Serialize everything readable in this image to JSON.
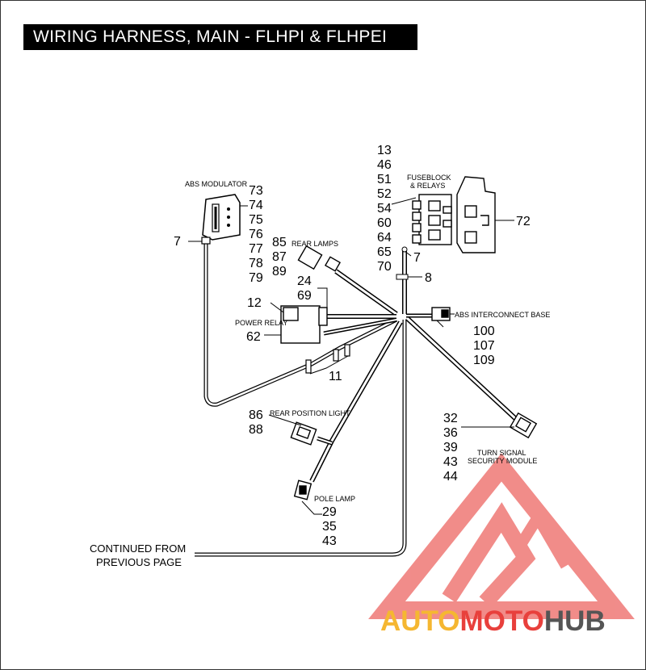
{
  "title": "WIRING HARNESS, MAIN - FLHPI & FLHPEI",
  "labels": {
    "abs_modulator": "ABS MODULATOR",
    "fuseblock_line1": "FUSEBLOCK",
    "fuseblock_line2": "& RELAYS",
    "rear_lamps": "REAR LAMPS",
    "power_relay": "POWER RELAY",
    "abs_interconnect": "ABS INTERCONNECT BASE",
    "rear_position_light": "REAR POSITION LIGHT",
    "turn_signal_line1": "TURN SIGNAL",
    "turn_signal_line2": "SECURITY MODULE",
    "pole_lamp": "POLE LAMP",
    "continued_line1": "CONTINUED FROM",
    "continued_line2": "PREVIOUS PAGE"
  },
  "part_numbers": {
    "abs_modulator": [
      "73",
      "74",
      "75",
      "76",
      "77",
      "78",
      "79"
    ],
    "abs_modulator_left": "7",
    "fuseblock": [
      "13",
      "46",
      "51",
      "52",
      "54",
      "60",
      "64",
      "65",
      "70"
    ],
    "fuseblock_side": "72",
    "fuseblock_pin": "7",
    "pin": "8",
    "rear_lamps": [
      "85",
      "87",
      "89"
    ],
    "connector": [
      "24",
      "69"
    ],
    "power_relay_top": "12",
    "power_relay_bottom": "62",
    "harness_clip": "11",
    "abs_interconnect": [
      "100",
      "107",
      "109"
    ],
    "rear_position_light": [
      "86",
      "88"
    ],
    "turn_signal": [
      "32",
      "36",
      "39",
      "43",
      "44"
    ],
    "pole_lamp": [
      "29",
      "35",
      "43"
    ]
  },
  "watermark": {
    "part1": "AUTO",
    "part2": "MOTO",
    "part3": "HUB",
    "color_auto": "#f5b731",
    "color_moto": "#e8403c",
    "color_hub": "#555555",
    "logo_color": "#e8403c"
  }
}
